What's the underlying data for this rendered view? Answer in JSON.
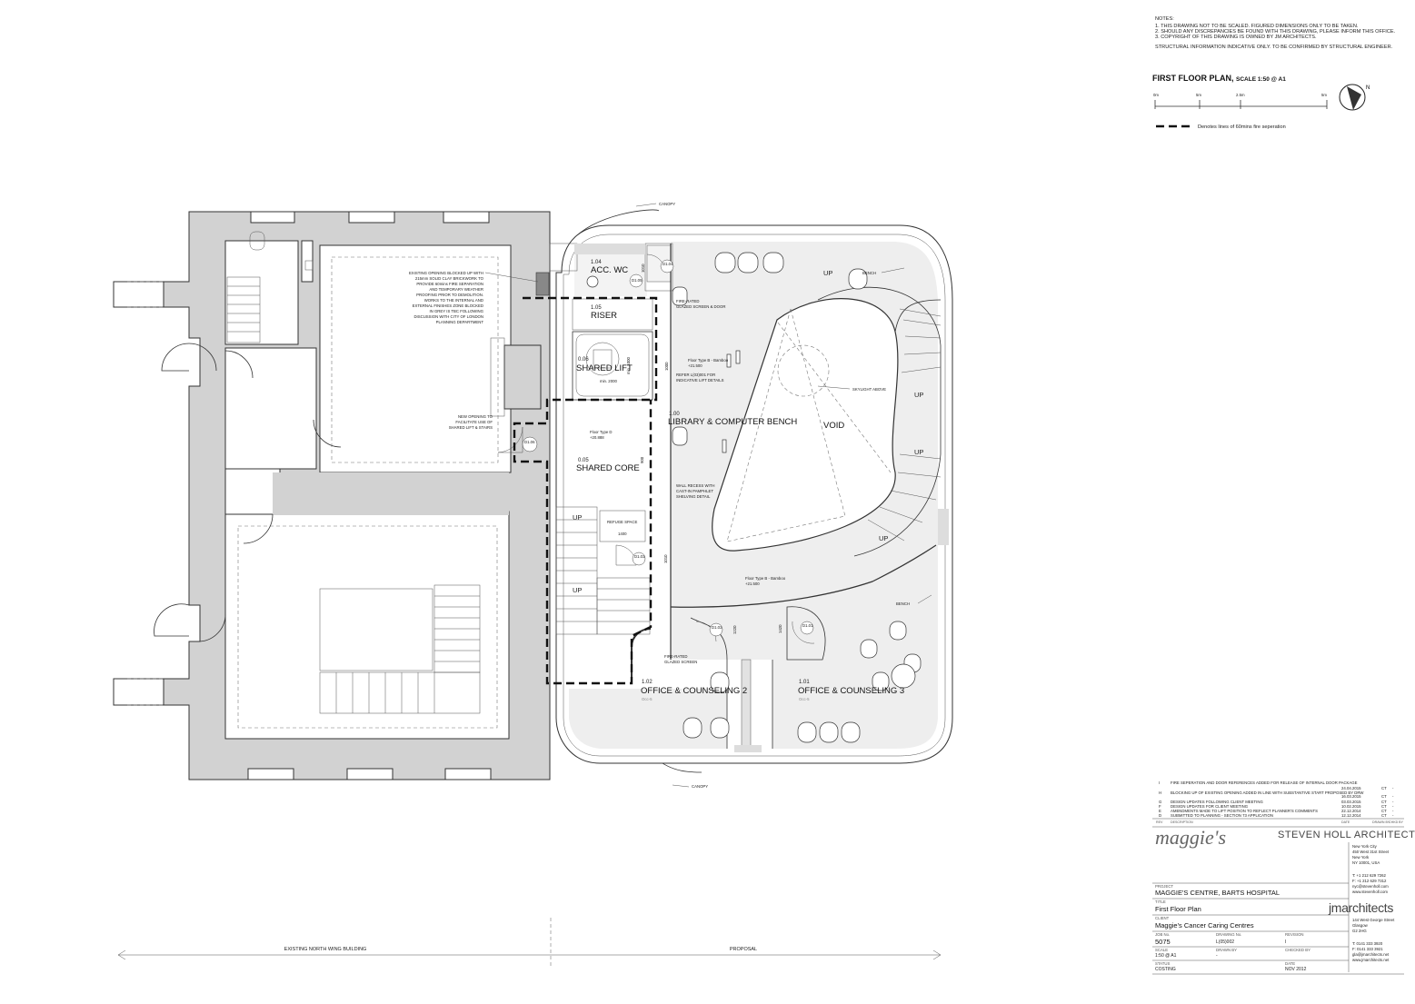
{
  "notes": {
    "heading": "NOTES:",
    "lines": [
      "1.  THIS DRAWING NOT TO BE SCALED. FIGURED DIMENSIONS ONLY TO BE TAKEN.",
      "2.  SHOULD ANY DISCREPANCIES BE FOUND WITH THIS DRAWING, PLEASE INFORM THIS OFFICE.",
      "3.  COPYRIGHT OF THIS DRAWING IS OWNED BY JM ARCHITECTS."
    ],
    "structural": "STRUCTURAL INFORMATION INDICATIVE ONLY. TO BE CONFIRMED BY STRUCTURAL ENGINEER."
  },
  "plan_title": {
    "title": "FIRST FLOOR PLAN,",
    "scale": "SCALE 1:50 @ A1",
    "scalebar_labels": [
      "0m",
      "5m",
      "2.5m",
      "5m"
    ],
    "north": "N"
  },
  "legend": {
    "text": "Denotes lines of 60mins fire seperation"
  },
  "rooms": {
    "acc_wc": {
      "num": "1.04",
      "name": "ACC. WC"
    },
    "riser": {
      "num": "1.05",
      "name": "RISER"
    },
    "shared_lift": {
      "num": "0.06",
      "name": "SHARED LIFT"
    },
    "library": {
      "num": "1.00",
      "name": "LIBRARY & COMPUTER BENCH"
    },
    "void": {
      "name": "VOID"
    },
    "shared_core": {
      "num": "0.05",
      "name": "SHARED CORE"
    },
    "office2": {
      "num": "1.02",
      "name": "OFFICE & COUNSELING 2",
      "occ": "Occ-5"
    },
    "office3": {
      "num": "1.01",
      "name": "OFFICE & COUNSELING 3",
      "occ": "Occ-5"
    }
  },
  "annotations": {
    "canopy_top": "CANOPY",
    "canopy_bottom": "CANOPY",
    "bench_top": "BENCH",
    "bench_right": "BENCH",
    "skylight": "SKYLIGHT ABOVE",
    "fire_glazed_1": [
      "FIRE-RATED",
      "GLAZED SCREEN & DOOR"
    ],
    "refer_lift": [
      "REFER L(03)001 FOR",
      "INDICATIVE LIFT DETAILS"
    ],
    "wall_recess": [
      "WALL RECESS WITH",
      "CAST-IN PAMPHLET",
      "SHELVING DETAIL"
    ],
    "refuge": "REFUGE SPACE",
    "refuge_dim": "1400",
    "fire_glazed_2": [
      "FIRE-RATED",
      "GLAZED SCREEN"
    ],
    "lift_min": "min. 2000",
    "lift_side": "min. 1000",
    "dim_1010a": "1010",
    "dim_1000": "1000",
    "dim_1010b": "1010",
    "dim_900": "900",
    "dim_1220": "1220",
    "dim_1420": "1420",
    "up": [
      "UP",
      "UP",
      "UP",
      "UP",
      "UP",
      "UP"
    ],
    "floor_type_b1": [
      "Floor Type B - Bamboo",
      "+21.500"
    ],
    "floor_type_d": [
      "Floor Type D",
      "+20.888"
    ],
    "floor_type_b2": [
      "Floor Type B - Bamboo",
      "+21.500"
    ],
    "doors": [
      "D1.04",
      "D1.05",
      "D1.06",
      "D1.03",
      "D1.02",
      "D1.01"
    ],
    "existing_opening": [
      "EXISTING OPENING BLOCKED UP WITH",
      "215mm SOLID CLAY BRICKWORK TO",
      "PROVIDE 60mins FIRE SEPARATION",
      "AND TEMPORARY WEATHER",
      "PROOFING  PRIOR TO DEMOLITION.",
      "WORKS TO THE INTERNAL AND",
      "EXTERNAL FINISHES ZONE BLOCKED",
      "IN GREY IS TBC FOLLOWING",
      "DISCUSSION WITH CITY OF LONDON",
      "PLANNING DEPARTMENT"
    ],
    "new_opening": [
      "NEW OPENING TO",
      "FACILITATE USE OF",
      "SHARED LIFT & STAIRS"
    ]
  },
  "footer": {
    "existing": "EXISTING NORTH WING BUILDING",
    "proposal": "PROPOSAL"
  },
  "revisions": {
    "rows": [
      {
        "rev": "I",
        "desc": "FIRE SEPERATION AND DOOR REFERENCES ADDED FOR RELEASE OF INTERNAL DOOR PACKAGE",
        "date": "24.04.2015",
        "by": "CT",
        "chk": "-"
      },
      {
        "rev": "H",
        "desc": "BLOCKING UP OF EXISTING OPENING ADDED IN LINE WITH SUBSTANTIVE START PROPOSED BY DRW",
        "date": "16.03.2015",
        "by": "CT",
        "chk": "-"
      },
      {
        "rev": "G",
        "desc": "DESIGN UPDATES FOLLOWING CLIENT MEETING",
        "date": "03.03.2015",
        "by": "CT",
        "chk": "-"
      },
      {
        "rev": "F",
        "desc": "DESIGN UPDATES FOR CLIENT MEETING",
        "date": "10.02.2015",
        "by": "CT",
        "chk": "-"
      },
      {
        "rev": "E",
        "desc": "AMENDMENTS MADE TO LIFT POSITION TO REFLECT PLANNER'S COMMENTS",
        "date": "22.12.2014",
        "by": "CT",
        "chk": "-"
      },
      {
        "rev": "D",
        "desc": "SUBMITTED TO PLANNING - SECTION 73 APPLICATION",
        "date": "12.12.2014",
        "by": "CT",
        "chk": "-"
      }
    ],
    "headers": [
      "REV",
      "DESCRIPTION",
      "DATE",
      "DRAWN BY",
      "CHKD BY"
    ]
  },
  "title_block": {
    "client_logo": "maggie's",
    "architect": "STEVEN HOLL ARCHITECTS",
    "sha_address": [
      "New York City",
      "450 West 31st Street",
      "New York",
      "NY 10001, USA"
    ],
    "sha_contact": [
      "T:  +1 212 629 7262",
      "F:  +1 212 629 7312",
      "nyc@stevenholl.com",
      "www.stevenholl.com"
    ],
    "project_label": "PROJECT",
    "project": "MAGGIE'S CENTRE, BARTS HOSPITAL",
    "title_label": "TITLE",
    "title": "First Floor Plan",
    "client_label": "CLIENT",
    "client": "Maggie's Cancer Caring Centres",
    "jm_logo": "jmarchitects",
    "jm_address": [
      "144 West George Street",
      "Glasgow",
      "G2 2HG"
    ],
    "jm_contact": [
      "T:  0141 333 3920",
      "F:  0141 333 3921",
      "gla@jmarchitects.net",
      "www.jmarchitects.net"
    ],
    "job_label": "JOB No.",
    "job": "5075",
    "drawing_label": "DRAWING No.",
    "drawing": "L(05)002",
    "revision_label": "REVISION",
    "revision": "I",
    "scale_label": "SCALE",
    "scale": "1:50 @ A1",
    "drawn_label": "DRAWN BY",
    "drawn": "-",
    "checked_label": "CHECKED BY",
    "checked": "",
    "status_label": "STATUS",
    "status": "COSTING",
    "date_label": "DATE",
    "date": "NOV 2012"
  }
}
